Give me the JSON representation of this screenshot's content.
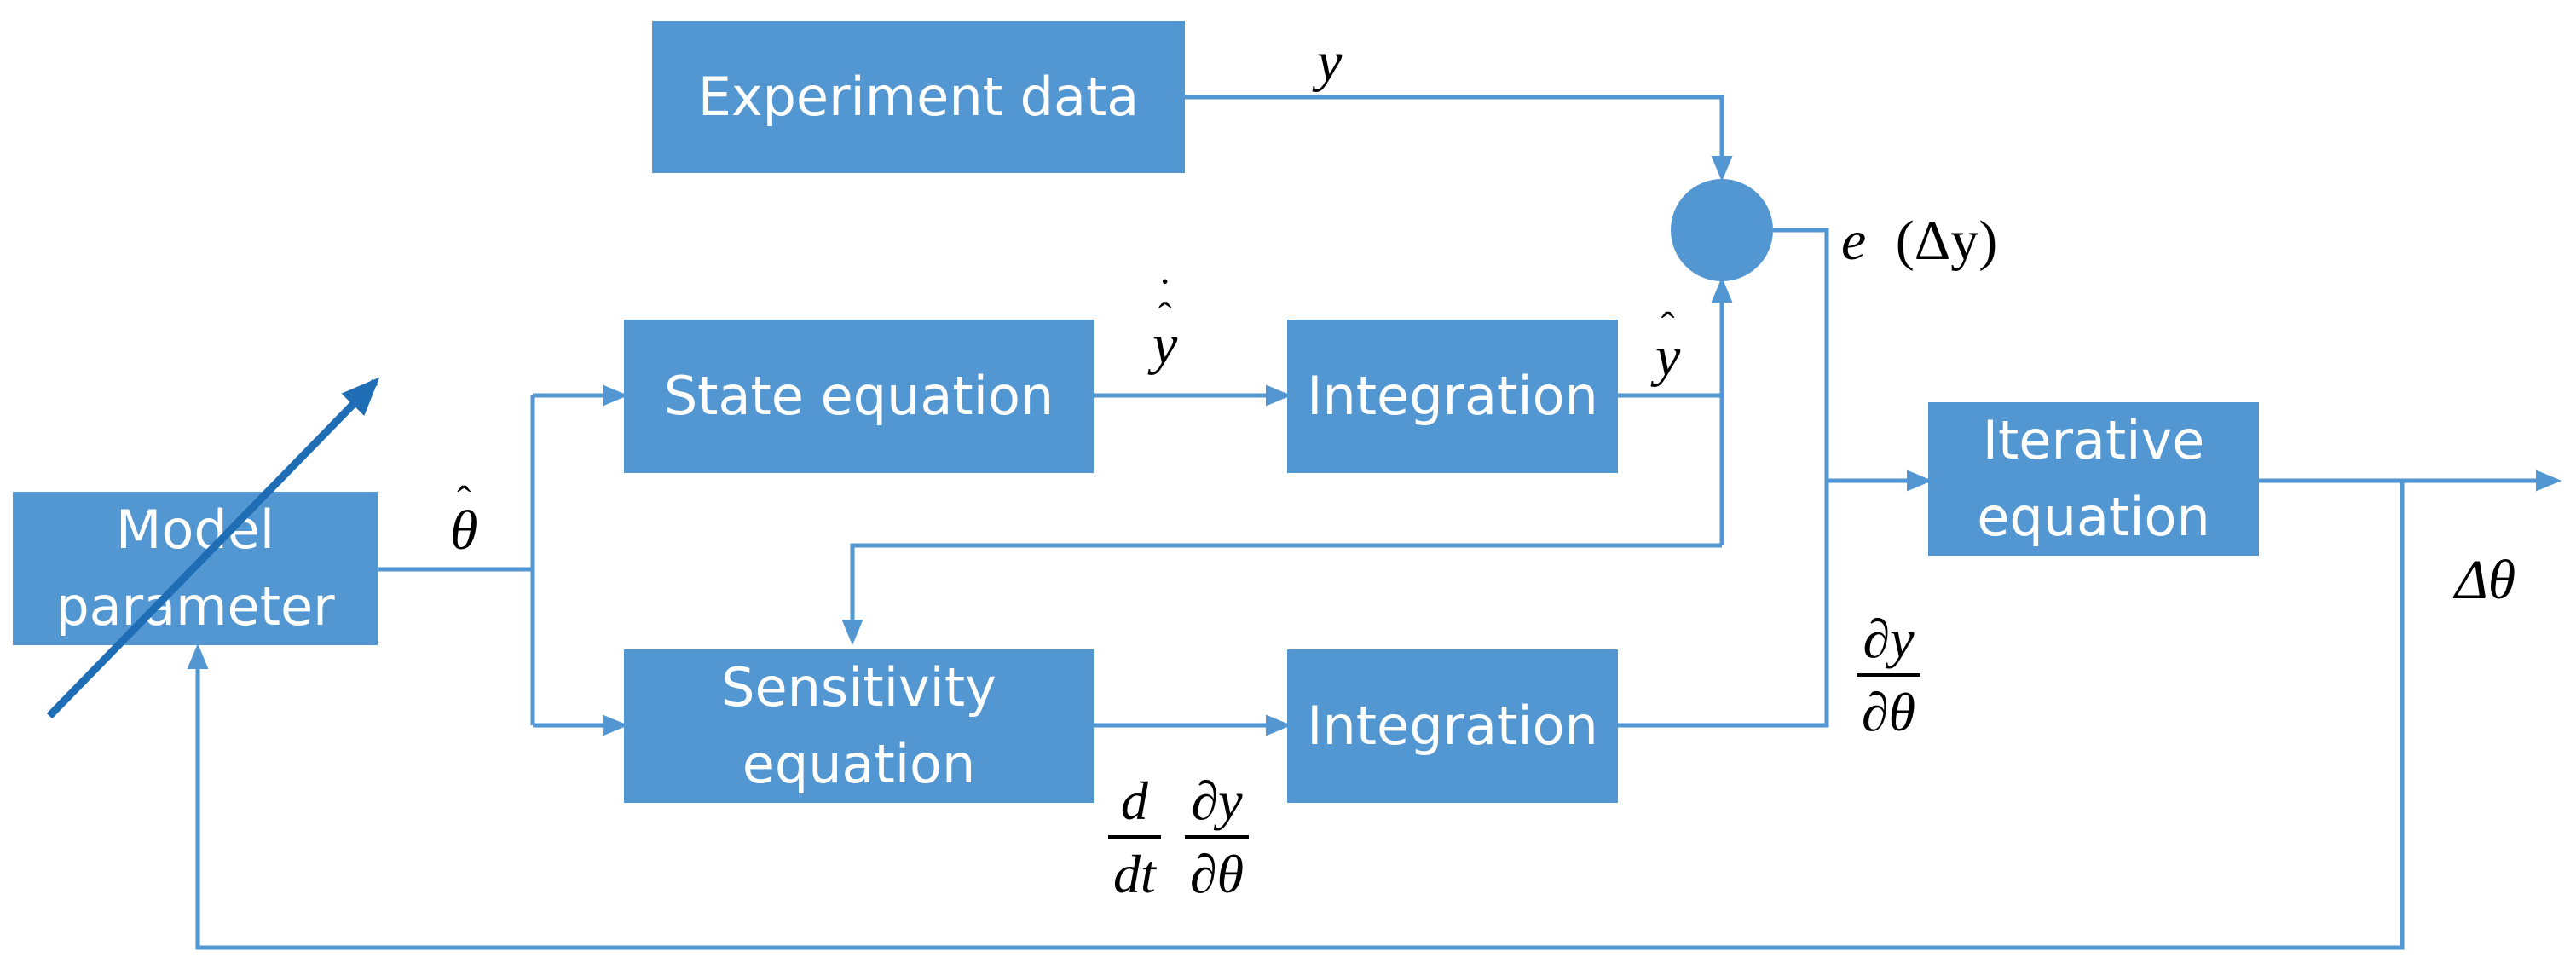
{
  "colors": {
    "box_fill": "#5296d2",
    "line": "#5296d2",
    "diagonal_arrow": "#1f6db5",
    "box_text": "#ffffff",
    "label_text": "#000000"
  },
  "blocks": {
    "experiment_data": "Experiment data",
    "state_equation": "State equation",
    "integration_top": "Integration",
    "model_parameter_line1": "Model",
    "model_parameter_line2": "parameter",
    "sensitivity_line1": "Sensitivity",
    "sensitivity_line2": "equation",
    "integration_bottom": "Integration",
    "iterative_line1": "Iterative",
    "iterative_line2": "equation"
  },
  "labels": {
    "y": "y",
    "y_dot_hat": "y",
    "y_hat": "y",
    "theta_hat": "θ",
    "error_e": "e",
    "error_delta_y": "(Δy)",
    "delta_theta": "Δθ",
    "dydtheta_num": "∂y",
    "dydtheta_den": "∂θ",
    "ddt_num": "d",
    "ddt_den": "dt",
    "sens_num": "∂y",
    "sens_den": "∂θ"
  }
}
